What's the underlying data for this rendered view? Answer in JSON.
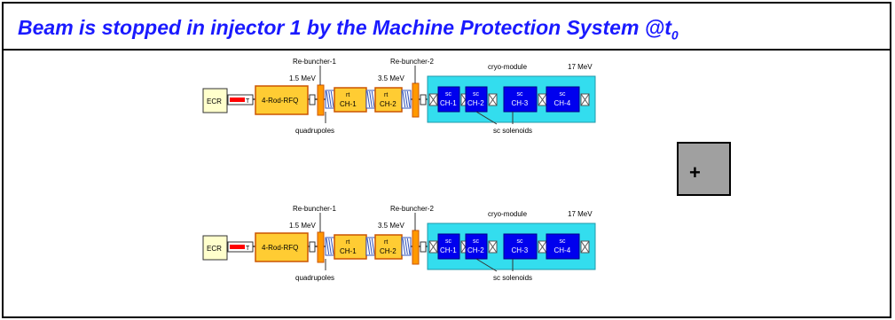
{
  "title": {
    "text": "Beam is stopped in injector 1 by the Machine Protection System @t",
    "subscript": "0"
  },
  "plus_button_label": "+",
  "beamline": {
    "ecr": "ECR",
    "lebt": "LEBT",
    "rfq": "4-Rod-RFQ",
    "rebuncher1": "Re-buncher-1",
    "rebuncher2": "Re-buncher-2",
    "energy1": "1.5 MeV",
    "energy2": "3.5 MeV",
    "energy3": "17 MeV",
    "cryo": "cryo-module",
    "rt_prefix": "rt",
    "rt_ch1": "CH-1",
    "rt_ch2": "CH-2",
    "sc_prefix": "sc",
    "sc_ch1": "CH-1",
    "sc_ch2": "CH-2",
    "sc_ch3": "CH-3",
    "sc_ch4": "CH-4",
    "quadrupoles": "quadrupoles",
    "sc_solenoids": "sc solenoids"
  },
  "colors": {
    "title": "#1a1aff",
    "rfq_fill": "#ffcc33",
    "rebuncher_fill": "#ff9900",
    "cryo_fill": "#33ddee",
    "sc_cavity_fill": "#0000ee",
    "ecr_fill": "#ffffcc",
    "lebt_marker": "#ff0000",
    "coil": "#3355bb",
    "plus_button": "#a0a0a0"
  }
}
